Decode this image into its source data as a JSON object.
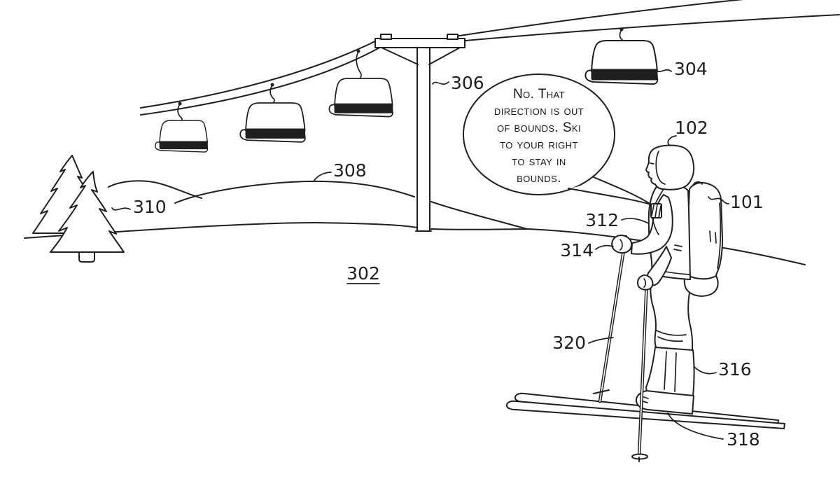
{
  "figure": {
    "fig_label": "302",
    "speech_bubble": {
      "lines": [
        "No. That",
        "direction is out",
        "of bounds. Ski",
        "to your right",
        "to stay in",
        "bounds."
      ]
    },
    "ref_labels": {
      "backpack": "101",
      "skier": "102",
      "chairlift_chair": "304",
      "lift_tower": "306",
      "hill": "308",
      "trees": "310",
      "chest_beacon": "312",
      "glove": "314",
      "gaiter": "316",
      "ski": "318",
      "ski_pole": "320"
    },
    "colors": {
      "ink": "#1f1f1f",
      "background": "#ffffff"
    }
  }
}
